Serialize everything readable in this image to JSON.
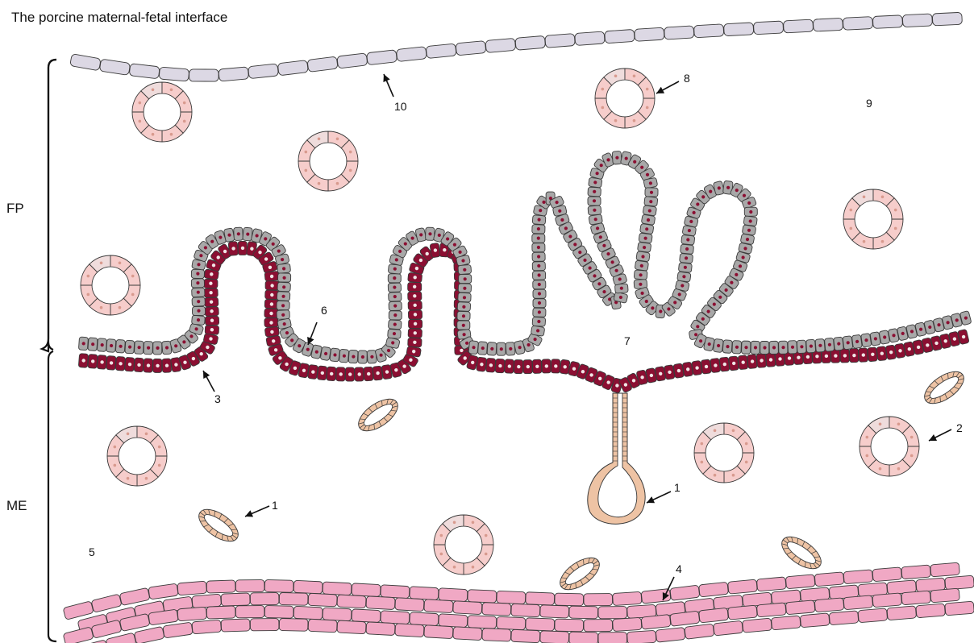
{
  "title": "The porcine maternal-fetal interface",
  "regions": {
    "fetal": "FP",
    "maternal": "ME"
  },
  "numbers": {
    "n1a": "1",
    "n1b": "1",
    "n2": "2",
    "n3": "3",
    "n4": "4",
    "n5": "5",
    "n6": "6",
    "n7": "7",
    "n8": "8",
    "n9": "9",
    "n10": "10"
  },
  "colors": {
    "trophoblast_fill": "#a8a8a8",
    "trophoblast_nucleus": "#8b0f32",
    "uterine_epithelium_fill": "#8b0f32",
    "uterine_nucleus": "#f0e6e6",
    "vessel_fill": "#f6cdcb",
    "gland_fill": "#eec3a4",
    "myometrium_fill": "#f0a8c4",
    "allantois_fill": "#dcd8e4",
    "outline": "#3a3a3a"
  }
}
